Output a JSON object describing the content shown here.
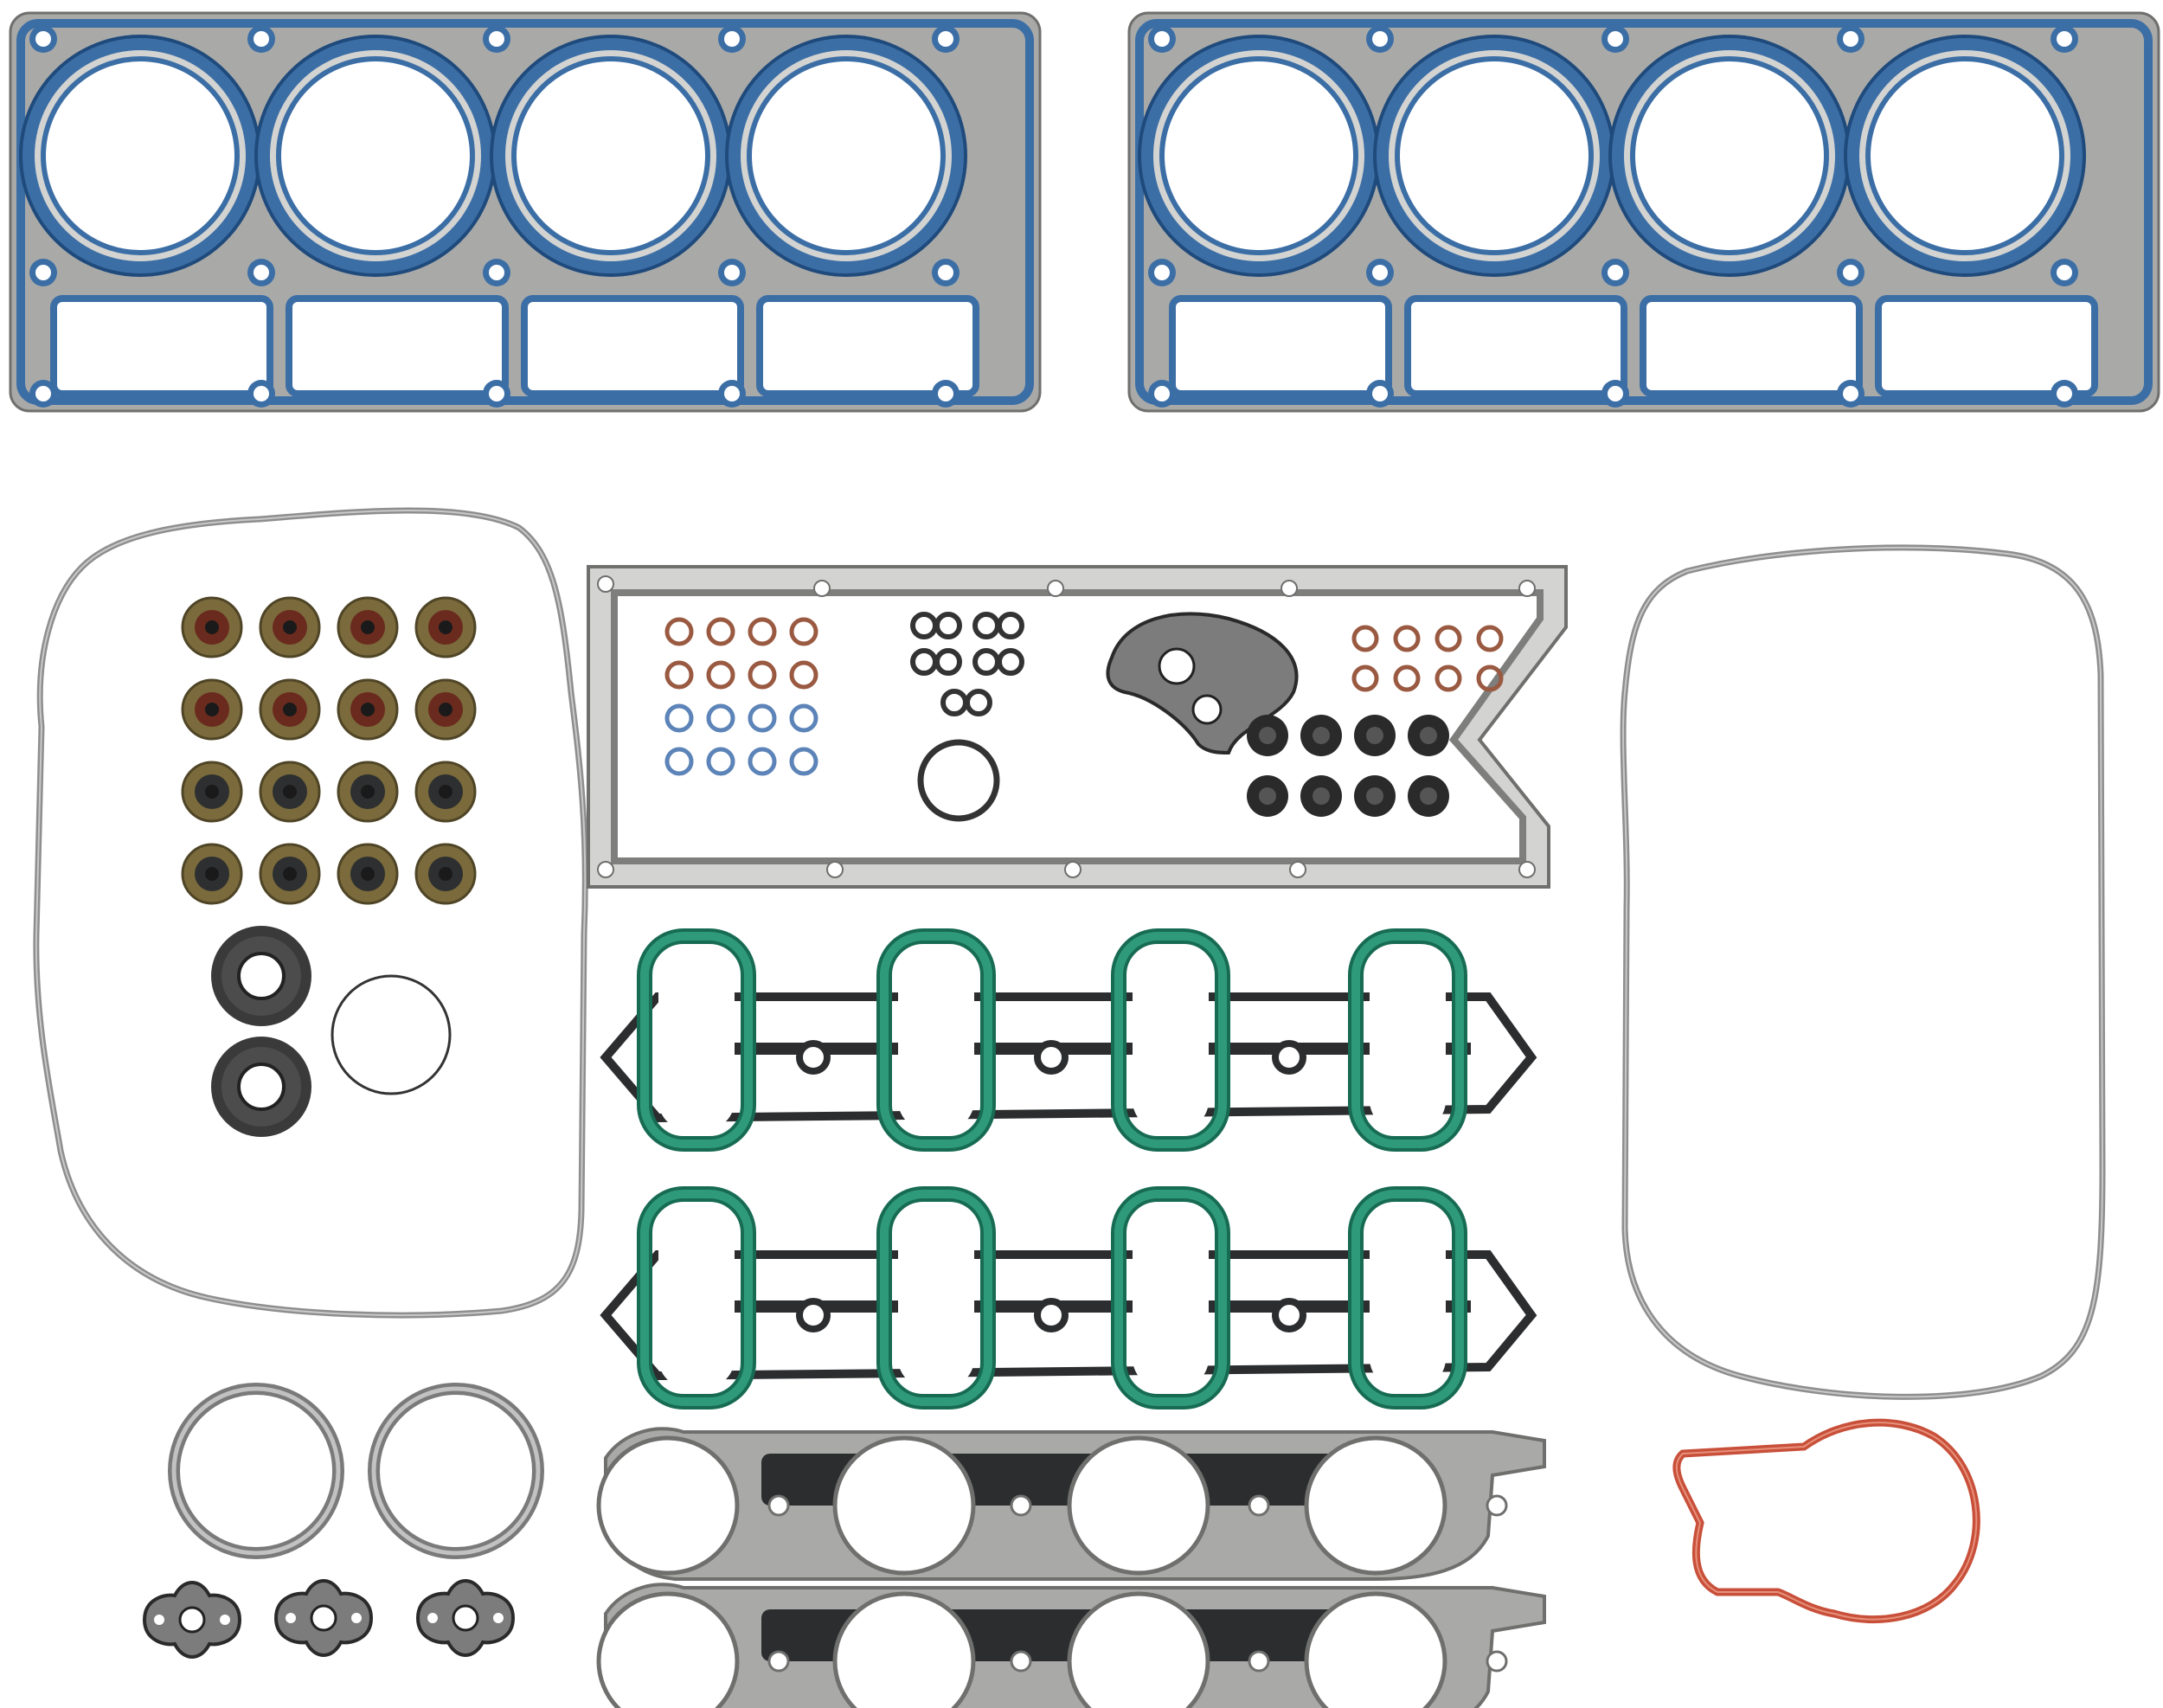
{
  "palette": {
    "background": "#ffffff",
    "steel": "#a9aaa8",
    "steel_dark": "#6f706e",
    "steel_light": "#d3d4d1",
    "blue_bead": "#3c6ea6",
    "blue_bead_dark": "#1f4a7c",
    "green_bead": "#2f9a7a",
    "green_bead_dark": "#176b52",
    "black_carrier": "#2b2d2f",
    "rubber_dark": "#333333",
    "valve_seal_brass": "#7a6a3c",
    "valve_seal_rubber": "#6a2a1e",
    "oring_blue": "#5c84b8",
    "oring_brown": "#9a5a42",
    "red_oring": "#c8503a",
    "gray_ring": "#8e8e8e"
  },
  "parts": {
    "head_gasket_count": 2,
    "head_gasket_bore_count": 4,
    "valve_stem_seal_count": 16,
    "intake_manifold_gasket_count": 2,
    "exhaust_manifold_gasket_count": 2,
    "valley_cover_gasket_count": 1,
    "valve_cover_gasket_count": 2,
    "exhaust_ring_count": 2,
    "egr_gasket_count": 3,
    "crank_seal_count": 2
  }
}
